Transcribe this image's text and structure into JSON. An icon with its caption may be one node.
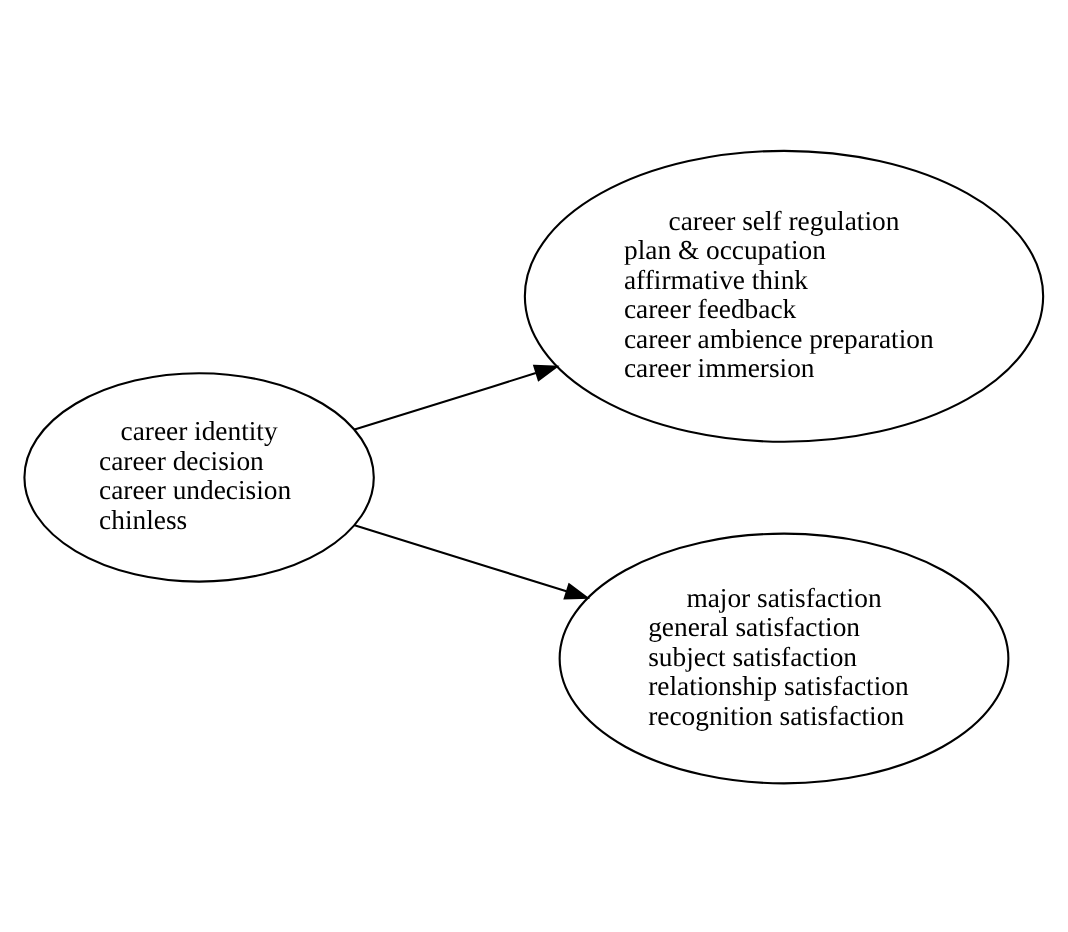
{
  "diagram": {
    "nodes": [
      {
        "text": [
          "career identity",
          "career decision",
          "career undecision",
          "chinless"
        ]
      },
      {
        "text": [
          "career self regulation",
          "plan & occupation",
          "affirmative think",
          "career feedback",
          "career ambience preparation",
          "career immersion"
        ]
      },
      {
        "text": [
          "major satisfaction",
          "general satisfaction",
          "subject satisfaction",
          "relationship satisfaction",
          "recognition satisfaction"
        ]
      }
    ],
    "edges": [
      {
        "from": 0,
        "to": 1,
        "arrow": "to"
      },
      {
        "from": 0,
        "to": 2,
        "arrow": "to"
      }
    ]
  }
}
